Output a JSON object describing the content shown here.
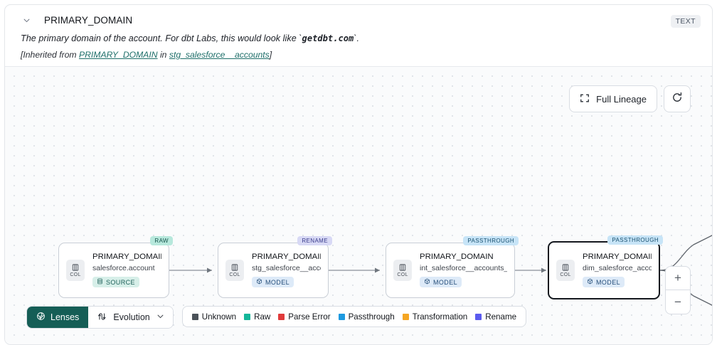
{
  "header": {
    "chevron_icon": "chevron-down-icon",
    "column_name": "PRIMARY_DOMAIN",
    "type_badge": "TEXT",
    "description_prefix": "The primary domain of the account. For dbt Labs, this would look like `",
    "description_code": "getdbt.com",
    "description_suffix": "`.",
    "inherited_prefix": "[Inherited from ",
    "inherited_link_1": "PRIMARY_DOMAIN",
    "inherited_middle": " in ",
    "inherited_link_2": "stg_salesforce__accounts",
    "inherited_suffix": "]"
  },
  "canvas": {
    "full_lineage_label": "Full Lineage",
    "full_lineage_icon": "expand-icon",
    "refresh_icon": "refresh-icon",
    "zoom_in_label": "+",
    "zoom_out_label": "−"
  },
  "graph": {
    "col_badge_label": "COL",
    "col_badge_icon": "column-icon",
    "nodes": [
      {
        "tag": "RAW",
        "tag_class": "raw",
        "name": "PRIMARY_DOMAIN__C",
        "parent": "salesforce.account",
        "kind": "SOURCE",
        "kind_class": "source",
        "kind_icon": "database-icon",
        "selected": false
      },
      {
        "tag": "RENAME",
        "tag_class": "rename",
        "name": "PRIMARY_DOMAIN",
        "parent": "stg_salesforce__accounts",
        "kind": "MODEL",
        "kind_class": "model",
        "kind_icon": "cube-icon",
        "selected": false
      },
      {
        "tag": "PASSTHROUGH",
        "tag_class": "pass",
        "name": "PRIMARY_DOMAIN",
        "parent": "int_salesforce__accounts_joined",
        "kind": "MODEL",
        "kind_class": "model",
        "kind_icon": "cube-icon",
        "selected": false
      },
      {
        "tag": "PASSTHROUGH",
        "tag_class": "pass",
        "name": "PRIMARY_DOMAIN",
        "parent": "dim_salesforce_accounts",
        "kind": "MODEL",
        "kind_class": "model",
        "kind_icon": "cube-icon",
        "selected": true
      }
    ]
  },
  "toolbar": {
    "lenses_label": "Lenses",
    "lenses_icon": "lens-icon",
    "evolution_label": "Evolution",
    "evolution_icon": "evolution-icon",
    "evolution_caret_icon": "chevron-down-icon",
    "legend": [
      {
        "label": "Unknown",
        "color": "#4b5259"
      },
      {
        "label": "Raw",
        "color": "#14b79a"
      },
      {
        "label": "Parse Error",
        "color": "#e03b3b"
      },
      {
        "label": "Passthrough",
        "color": "#1e9ae0"
      },
      {
        "label": "Transformation",
        "color": "#f5a623"
      },
      {
        "label": "Rename",
        "color": "#5b5bef"
      }
    ]
  }
}
